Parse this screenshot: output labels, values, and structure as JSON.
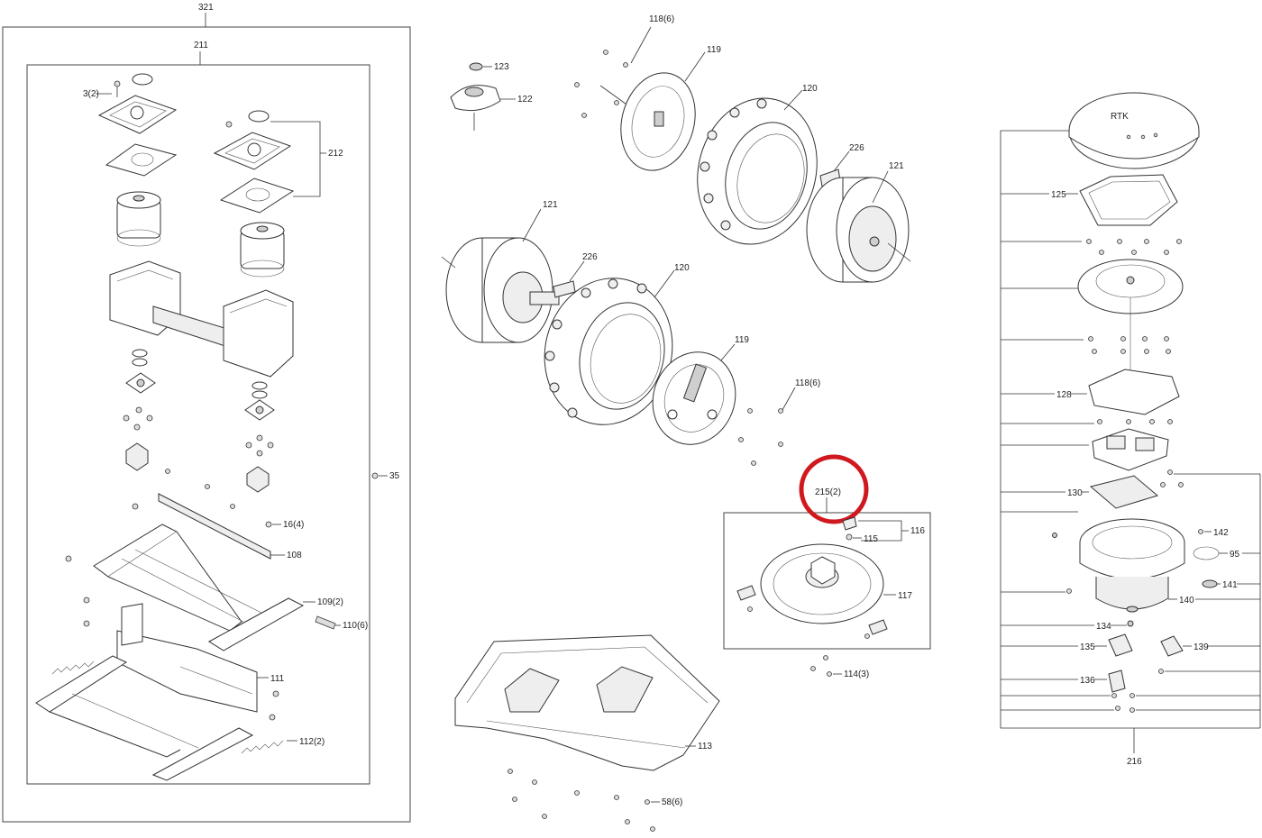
{
  "labels": {
    "l321": "321",
    "l211": "211",
    "l3": "3(2)",
    "l212": "212",
    "l35": "35",
    "l16": "16(4)",
    "l108": "108",
    "l109": "109(2)",
    "l110": "110(6)",
    "l111": "111",
    "l112": "112(2)",
    "l123": "123",
    "l122": "122",
    "l118a": "118(6)",
    "l119a": "119",
    "l120a": "120",
    "l226a": "226",
    "l121a": "121",
    "l121b": "121",
    "l226b": "226",
    "l120b": "120",
    "l119b": "119",
    "l118b": "118(6)",
    "l215": "215(2)",
    "l116": "116",
    "l115": "115",
    "l117": "117",
    "l114": "114(3)",
    "l113": "113",
    "l58": "58(6)",
    "l125": "125",
    "l128": "128",
    "l130": "130",
    "l142": "142",
    "l95": "95",
    "l141": "141",
    "l140": "140",
    "l134": "134",
    "l135": "135",
    "l139": "139",
    "l136": "136",
    "l216": "216",
    "rtk": "RTK"
  },
  "highlight": {
    "color": "#d0191f",
    "target": "215(2)"
  },
  "colors": {
    "line": "#333333",
    "highlight": "#d0191f"
  }
}
